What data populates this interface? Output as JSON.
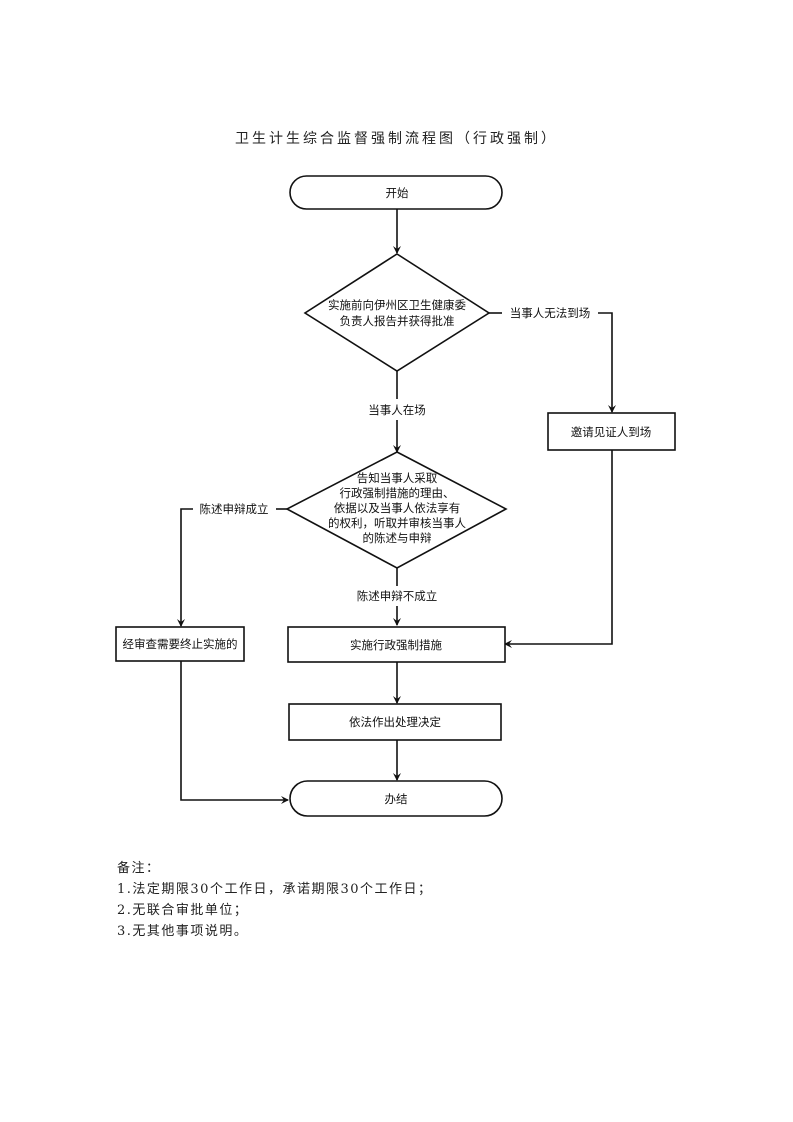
{
  "title": "卫生计生综合监督强制流程图（行政强制）",
  "nodes": {
    "start": "开始",
    "approval": [
      "实施前向伊州区卫生健康委",
      "负责人报告并获得批准"
    ],
    "inform": [
      "告知当事人采取",
      "行政强制措施的理由、",
      "依据以及当事人依法享有",
      "的权利，听取并审核当事人",
      "的陈述与申辩"
    ],
    "witness": "邀请见证人到场",
    "terminate": "经审查需要终止实施的",
    "enforce": "实施行政强制措施",
    "decision": "依法作出处理决定",
    "end": "办结"
  },
  "edges": {
    "absent": "当事人无法到场",
    "present": "当事人在场",
    "defense_valid": "陈述申辩成立",
    "defense_invalid": "陈述申辩不成立"
  },
  "notes": {
    "heading": "备注：",
    "items": [
      "1.法定期限30个工作日，承诺期限30个工作日；",
      "2.无联合审批单位；",
      "3.无其他事项说明。"
    ]
  }
}
